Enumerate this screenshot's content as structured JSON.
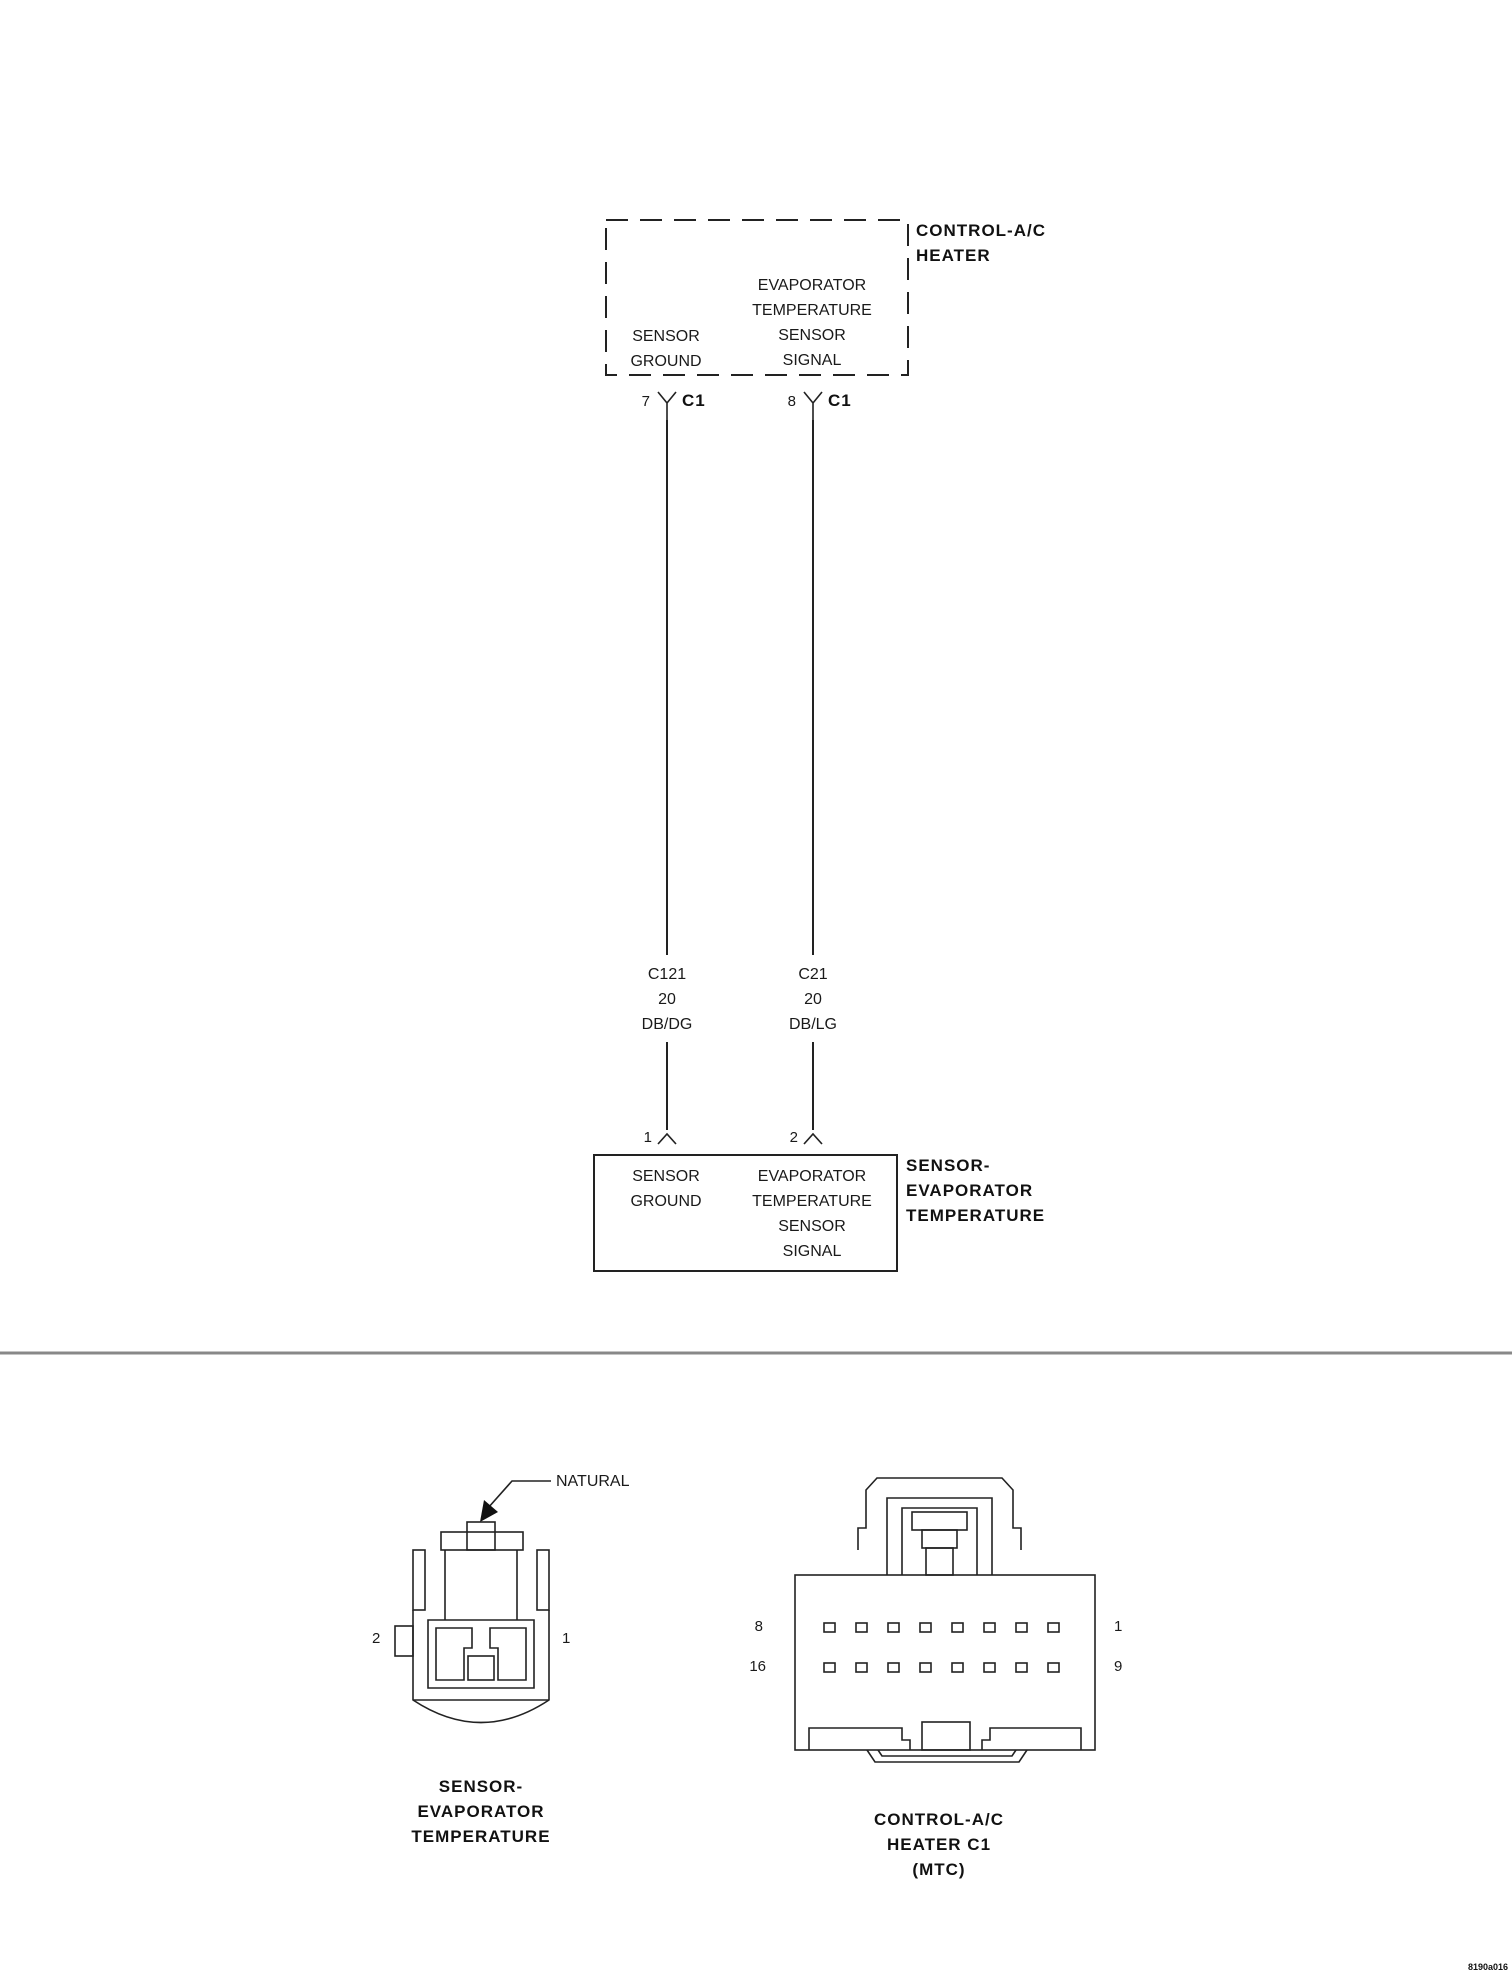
{
  "module": {
    "title_lines": [
      "CONTROL-A/C",
      "HEATER"
    ],
    "ground_label": [
      "SENSOR",
      "GROUND"
    ],
    "signal_label": [
      "EVAPORATOR",
      "TEMPERATURE",
      "SENSOR",
      "SIGNAL"
    ],
    "pin_ground": "7",
    "pin_signal": "8",
    "connector": "C1"
  },
  "wires": [
    {
      "circuit": "C121",
      "gauge": "20",
      "color": "DB/DG"
    },
    {
      "circuit": "C21",
      "gauge": "20",
      "color": "DB/LG"
    }
  ],
  "sensor": {
    "title_lines": [
      "SENSOR-",
      "EVAPORATOR",
      "TEMPERATURE"
    ],
    "ground_label": [
      "SENSOR",
      "GROUND"
    ],
    "signal_label": [
      "EVAPORATOR",
      "TEMPERATURE",
      "SENSOR",
      "SIGNAL"
    ],
    "pin_ground": "1",
    "pin_signal": "2"
  },
  "sensor_connector_view": {
    "color_callout": "NATURAL",
    "pin_left": "2",
    "pin_right": "1",
    "caption_lines": [
      "SENSOR-",
      "EVAPORATOR",
      "TEMPERATURE"
    ]
  },
  "module_connector_view": {
    "pin_top_left": "8",
    "pin_top_right": "1",
    "pin_bottom_left": "16",
    "pin_bottom_right": "9",
    "caption_lines": [
      "CONTROL-A/C",
      "HEATER C1",
      "(MTC)"
    ]
  },
  "figure_id": "8190a016"
}
